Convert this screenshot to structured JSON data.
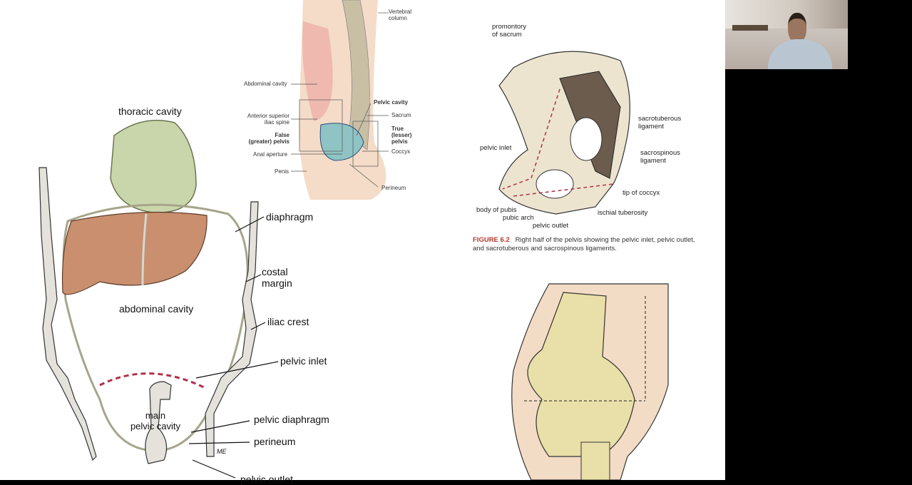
{
  "left_figure": {
    "labels": {
      "thoracic_cavity": "thoracic cavity",
      "diaphragm": "diaphragm",
      "costal_margin": "costal\nmargin",
      "abdominal_cavity": "abdominal cavity",
      "iliac_crest": "iliac crest",
      "pelvic_inlet": "pelvic inlet",
      "main_pelvic_cavity": "main\npelvic cavity",
      "pelvic_diaphragm": "pelvic diaphragm",
      "perineum": "perineum",
      "pelvic_outlet": "pelvic outlet",
      "initials": "ME"
    }
  },
  "middle_figure": {
    "labels": {
      "vertebral_column": "Vertebral\ncolumn",
      "abdominal_cavity": "Abdominal cavity",
      "pelvic_cavity": "Pelvic cavity",
      "anterior_superior_iliac_spine": "Anterior superior\niliac spine",
      "sacrum": "Sacrum",
      "false_pelvis": "False\n(greater) pelvis",
      "true_pelvis": "True\n(lesser)\npelvis",
      "anal_aperture": "Anal aperture",
      "coccyx": "Coccyx",
      "penis": "Penis",
      "perineum": "Perineum"
    }
  },
  "right_figure": {
    "labels": {
      "promontory": "promontory\nof sacrum",
      "sacrotuberous": "sacrotuberous\nligament",
      "pelvic_inlet": "pelvic inlet",
      "sacrospinous": "sacrospinous\nligament",
      "tip_of_coccyx": "tip of coccyx",
      "body_of_pubis": "body of pubis",
      "pubic_arch": "pubic arch",
      "ischial_tuberosity": "ischial tuberosity",
      "pelvic_outlet": "pelvic outlet"
    },
    "caption_number": "FIGURE 6.2",
    "caption_text": "Right half of the pelvis showing the pelvic inlet, pelvic outlet, and sacrotuberous and sacrospinous ligaments."
  },
  "colors": {
    "liver": "#c98f6e",
    "lung": "#c9d6ab",
    "bone": "#e9dfc0",
    "dashed": "#b0304a",
    "pelvis_teal": "#8fc3c4"
  }
}
